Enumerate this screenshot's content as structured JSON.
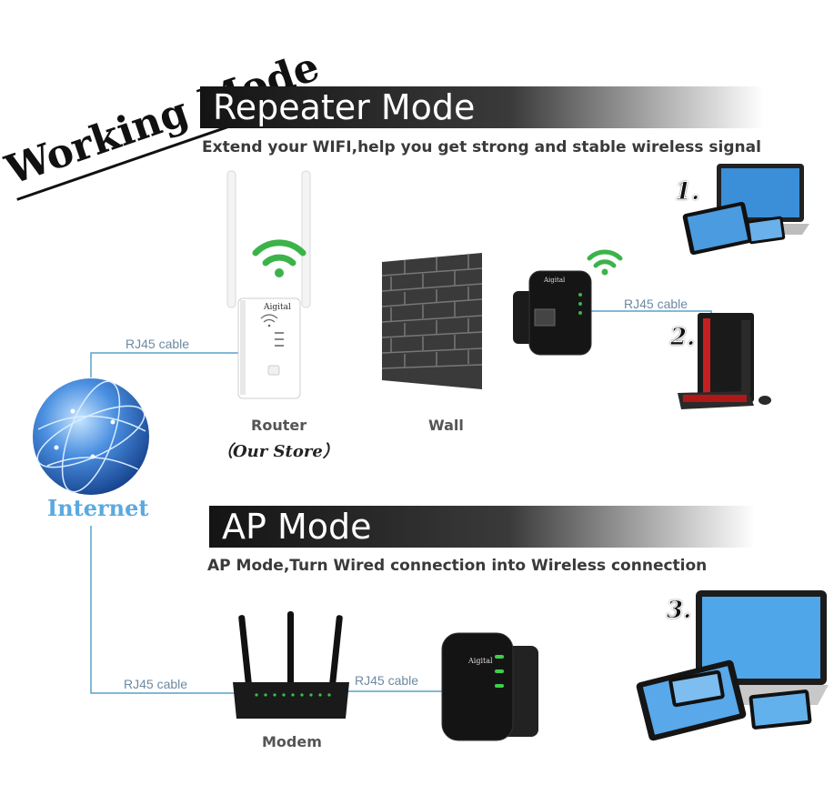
{
  "title": "Working Mode",
  "repeater": {
    "banner": "Repeater Mode",
    "subtitle": "Extend your WIFI,help you get strong and stable wireless signal",
    "router_label": "Router",
    "store_label": "（Our Store）",
    "router_brand": "Aigital",
    "wall_label": "Wall",
    "extender_brand": "Aigital",
    "cable_left": "RJ45 cable",
    "cable_right": "RJ45 cable",
    "num1": "1.",
    "num2": "2."
  },
  "internet_label": "Internet",
  "ap": {
    "banner": "AP Mode",
    "subtitle": "AP Mode,Turn Wired connection into Wireless connection",
    "modem_label": "Modem",
    "extender_brand": "Aigital",
    "cable_left": "RJ45 cable",
    "cable_mid": "RJ45 cable",
    "num3": "3."
  },
  "colors": {
    "cable": "#5aa0c8",
    "wifi_green": "#3cb34a",
    "globe": "#2f6fc6",
    "internet_text": "#5aa9e0"
  }
}
